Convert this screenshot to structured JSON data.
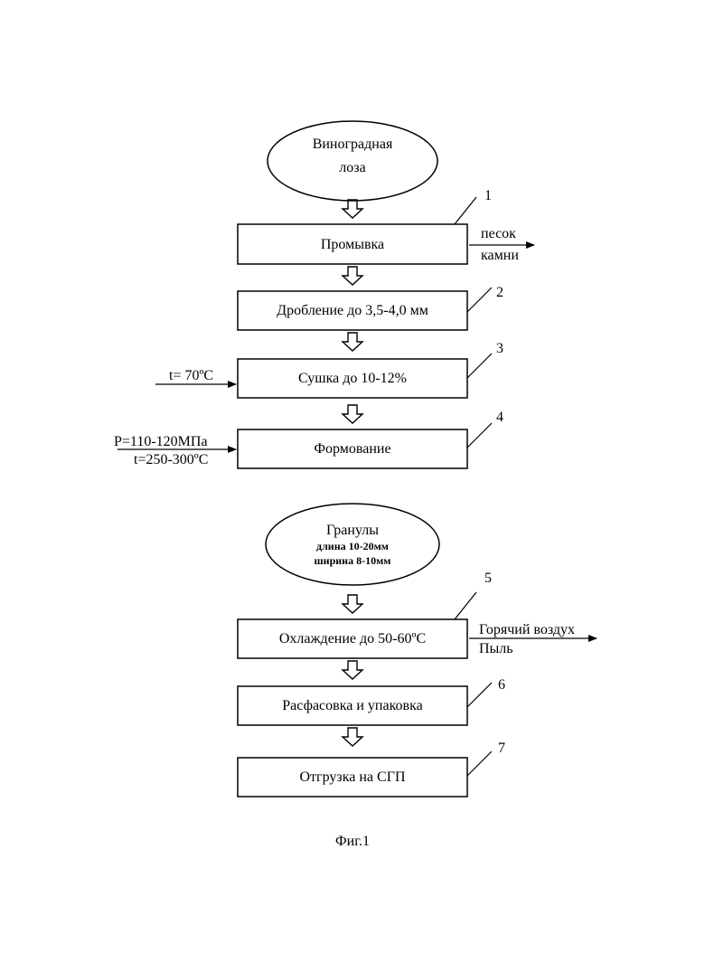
{
  "start_node": {
    "line1": "Виноградная",
    "line2": "лоза"
  },
  "steps": [
    {
      "number": "1",
      "label": "Промывка"
    },
    {
      "number": "2",
      "label": "Дробление до 3,5-4,0 мм"
    },
    {
      "number": "3",
      "label": "Сушка до 10-12%"
    },
    {
      "number": "4",
      "label": "Формование"
    },
    {
      "number": "5",
      "label": "Охлаждение до 50-60ºС"
    },
    {
      "number": "6",
      "label": "Расфасовка и упаковка"
    },
    {
      "number": "7",
      "label": "Отгрузка на СГП"
    }
  ],
  "granules_node": {
    "title": "Гранулы",
    "detail1": "длина 10-20мм",
    "detail2": "ширина 8-10мм"
  },
  "outputs": {
    "washing": {
      "line1": "песок",
      "line2": "камни"
    },
    "cooling": {
      "line1": "Горячий воздух",
      "line2": "Пыль"
    }
  },
  "inputs": {
    "drying": {
      "line1": "t= 70ºС"
    },
    "forming": {
      "line1": "Р=110-120МПа",
      "line2": "t=250-300ºС"
    }
  },
  "caption": "Фиг.1"
}
